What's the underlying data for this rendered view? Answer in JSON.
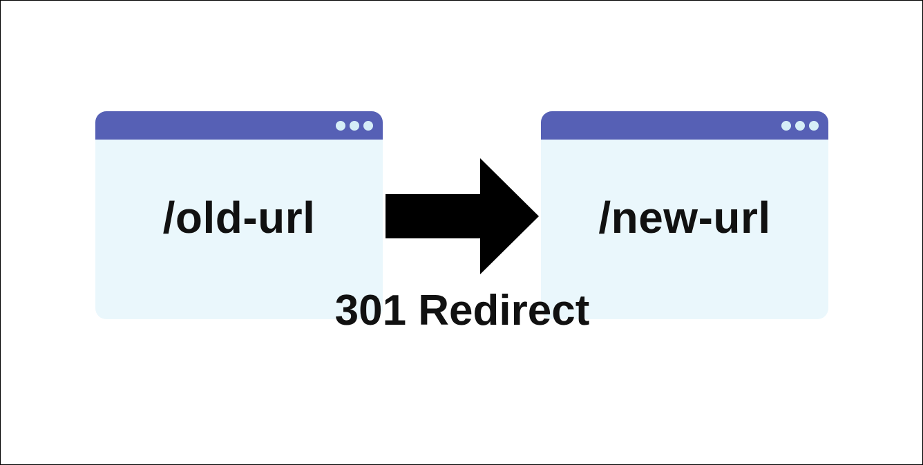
{
  "diagram": {
    "source": {
      "url_label": "/old-url",
      "titlebar_icon": "three-dots-menu-icon"
    },
    "target": {
      "url_label": "/new-url",
      "titlebar_icon": "three-dots-menu-icon"
    },
    "connector": {
      "icon": "right-arrow-icon",
      "label": "301 Redirect"
    },
    "colors": {
      "titlebar": "#5660b5",
      "window_body": "#eaf7fc",
      "dots": "#d6eef7",
      "arrow": "#000000",
      "text": "#111111"
    }
  }
}
